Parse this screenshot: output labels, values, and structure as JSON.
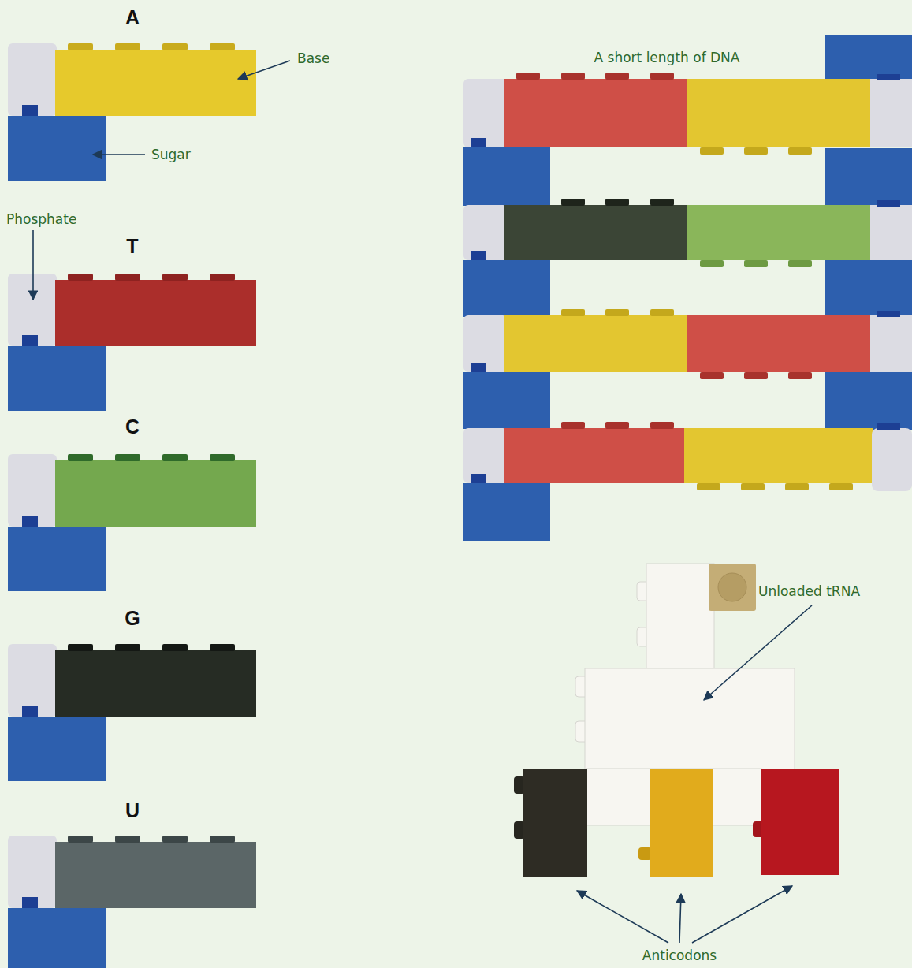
{
  "diagram": {
    "labels": [
      "A",
      "Base",
      "Sugar",
      "Phosphate",
      "T",
      "C",
      "G",
      "U",
      "A short length of DNA",
      "Unloaded tRNA",
      "Anticodons"
    ]
  }
}
